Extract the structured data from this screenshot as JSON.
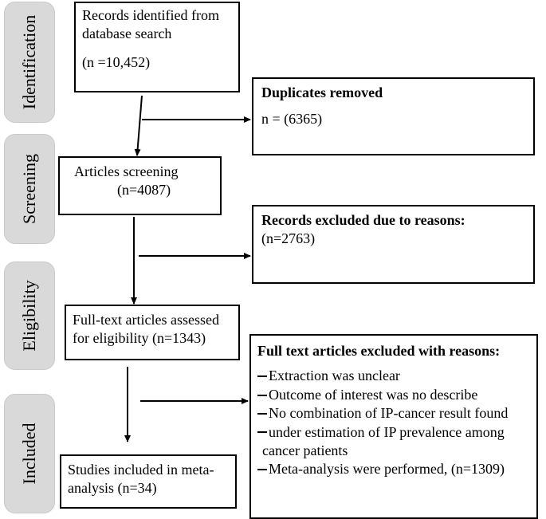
{
  "stages": [
    {
      "id": "identification",
      "label": "Identification"
    },
    {
      "id": "screening",
      "label": "Screening"
    },
    {
      "id": "eligibility",
      "label": "Eligibility"
    },
    {
      "id": "included",
      "label": "Included"
    }
  ],
  "boxes": {
    "records_identified": {
      "line1": "Records identified from",
      "line2": "database search",
      "count": "(n =10,452)"
    },
    "duplicates_removed": {
      "title": "Duplicates removed",
      "count": "n = (6365)"
    },
    "articles_screening": {
      "title": "Articles screening",
      "count": "(n=4087)"
    },
    "records_excluded": {
      "title": "Records excluded due to reasons:",
      "count": "(n=2763)"
    },
    "full_text_assessed": {
      "line1": "Full-text articles assessed",
      "line2": "for eligibility (n=1343)"
    },
    "full_text_excluded": {
      "title": "Full text articles excluded with reasons:",
      "reasons": [
        "Extraction was unclear",
        "Outcome of interest was no describe",
        "No combination of IP-cancer result found",
        "under estimation of IP prevalence among",
        "cancer patients",
        "Meta-analysis were performed, (n=1309)"
      ]
    },
    "studies_included": {
      "line1": "Studies included in meta-",
      "line2": "analysis (n=34)"
    }
  }
}
